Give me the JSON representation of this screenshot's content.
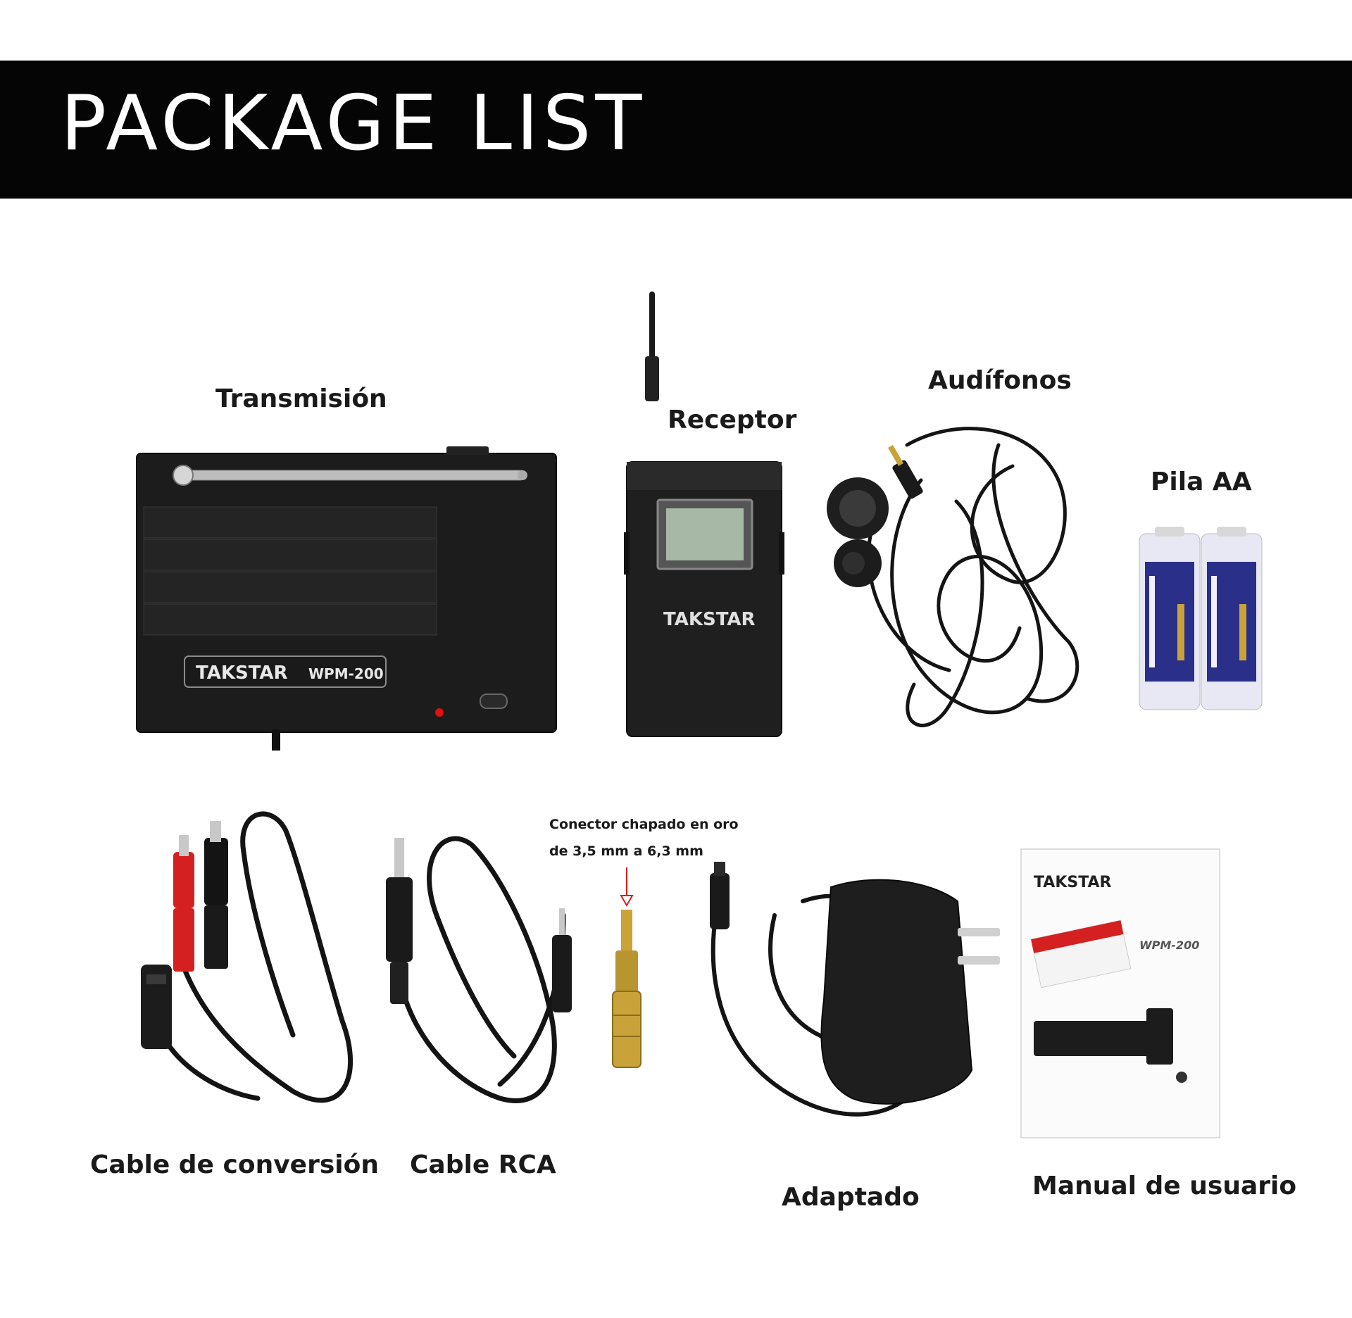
{
  "header": {
    "title": "PACKAGE LIST"
  },
  "items": {
    "transmitter": {
      "label": "Transmisión",
      "brand": "TAKSTAR",
      "model": "WPM-200"
    },
    "receiver": {
      "label": "Receptor",
      "brand": "TAKSTAR"
    },
    "earphones": {
      "label": "Audífonos"
    },
    "battery": {
      "label": "Pila AA"
    },
    "conversion_cable": {
      "label": "Cable de conversión"
    },
    "rca_cable": {
      "label": "Cable RCA"
    },
    "gold_connector": {
      "label_line1": "Conector chapado en oro",
      "label_line2": "de 3,5 mm a 6,3 mm"
    },
    "adapter": {
      "label": "Adaptado"
    },
    "manual": {
      "label": "Manual de usuario",
      "brand": "TAKSTAR",
      "model": "WPM-200"
    }
  },
  "colors": {
    "banner": "#050505",
    "device_black": "#1c1c1c",
    "cable_black": "#141414",
    "rca_red": "#d42020",
    "gold": "#c9a23a"
  }
}
